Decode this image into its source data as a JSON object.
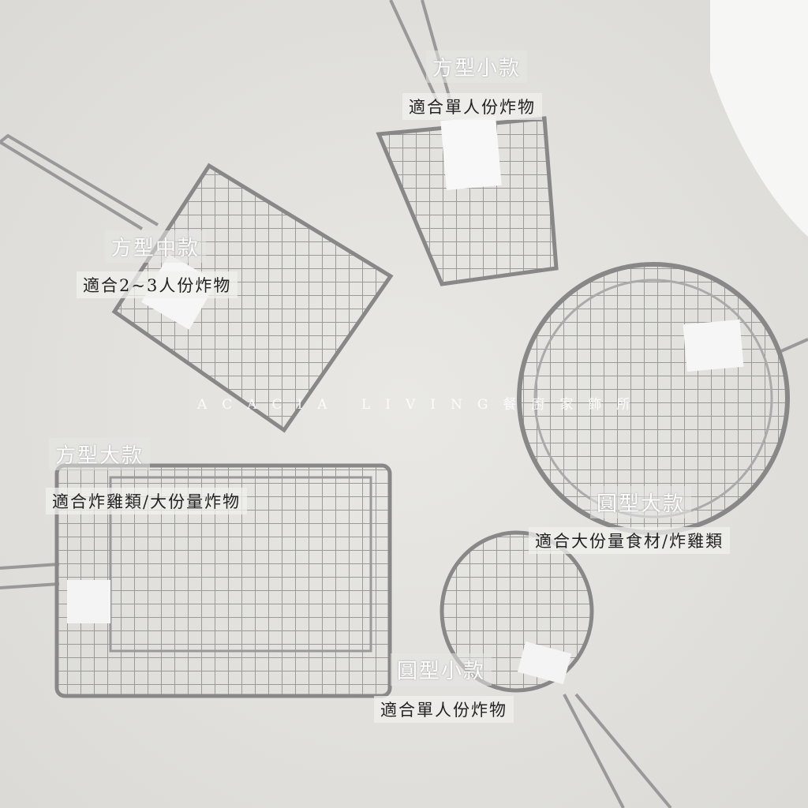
{
  "watermark": "ACACIA LIVING餐廚家飾所",
  "products": [
    {
      "title": "方型小款",
      "desc": "適合單人份炸物"
    },
    {
      "title": "方型中款",
      "desc": "適合2~3人份炸物"
    },
    {
      "title": "方型大款",
      "desc": "適合炸雞類/大份量炸物"
    },
    {
      "title": "圓型大款",
      "desc": "適合大份量食材/炸雞類"
    },
    {
      "title": "圓型小款",
      "desc": "適合單人份炸物"
    }
  ]
}
